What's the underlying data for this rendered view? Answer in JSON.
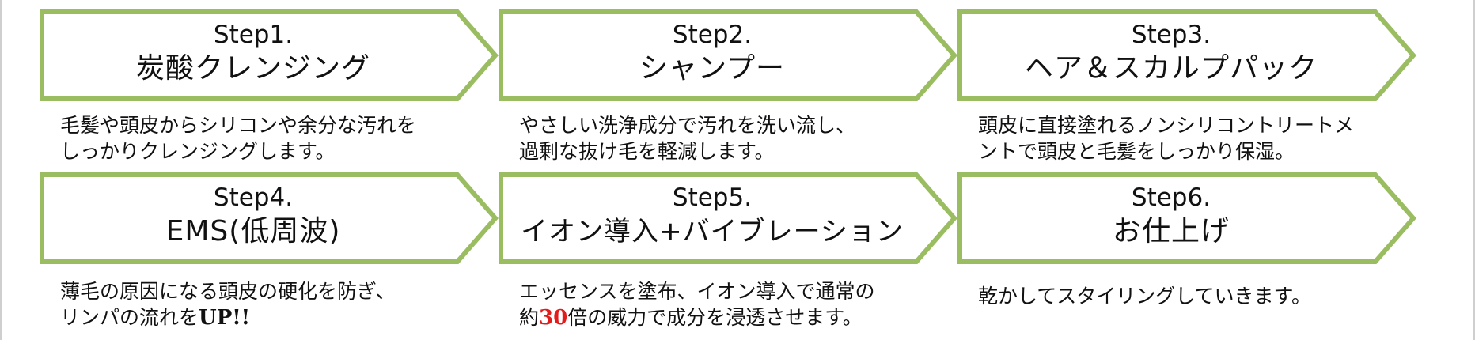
{
  "accent_color": "#9bbd62",
  "steps": [
    {
      "title": "Step1.",
      "name": "炭酸クレンジング",
      "desc_lines": [
        "毛髪や頭皮からシリコンや余分な汚れを",
        "しっかりクレンジングします。"
      ]
    },
    {
      "title": "Step2.",
      "name": "シャンプー",
      "desc_lines": [
        "やさしい洗浄成分で汚れを洗い流し、",
        "過剰な抜け毛を軽減します。"
      ]
    },
    {
      "title": "Step3.",
      "name": "ヘア＆スカルプパック",
      "desc_lines": [
        "頭皮に直接塗れるノンシリコントリートメ",
        "ントで頭皮と毛髪をしっかり保湿。"
      ]
    },
    {
      "title": "Step4.",
      "name": "EMS(低周波)",
      "desc_line1": "薄毛の原因になる頭皮の硬化を防ぎ、",
      "desc_line2_prefix": "リンパの流れを",
      "desc_line2_emph": "UP!!"
    },
    {
      "title": "Step5.",
      "name": "イオン導入+バイブレーション",
      "desc_line1": "エッセンスを塗布、イオン導入で通常の",
      "desc_line2_prefix": "約",
      "desc_line2_emph": "30",
      "desc_line2_suffix": "倍の威力で成分を浸透させます。"
    },
    {
      "title": "Step6.",
      "name": "お仕上げ",
      "desc_line1": "乾かしてスタイリングしていきます。"
    }
  ]
}
